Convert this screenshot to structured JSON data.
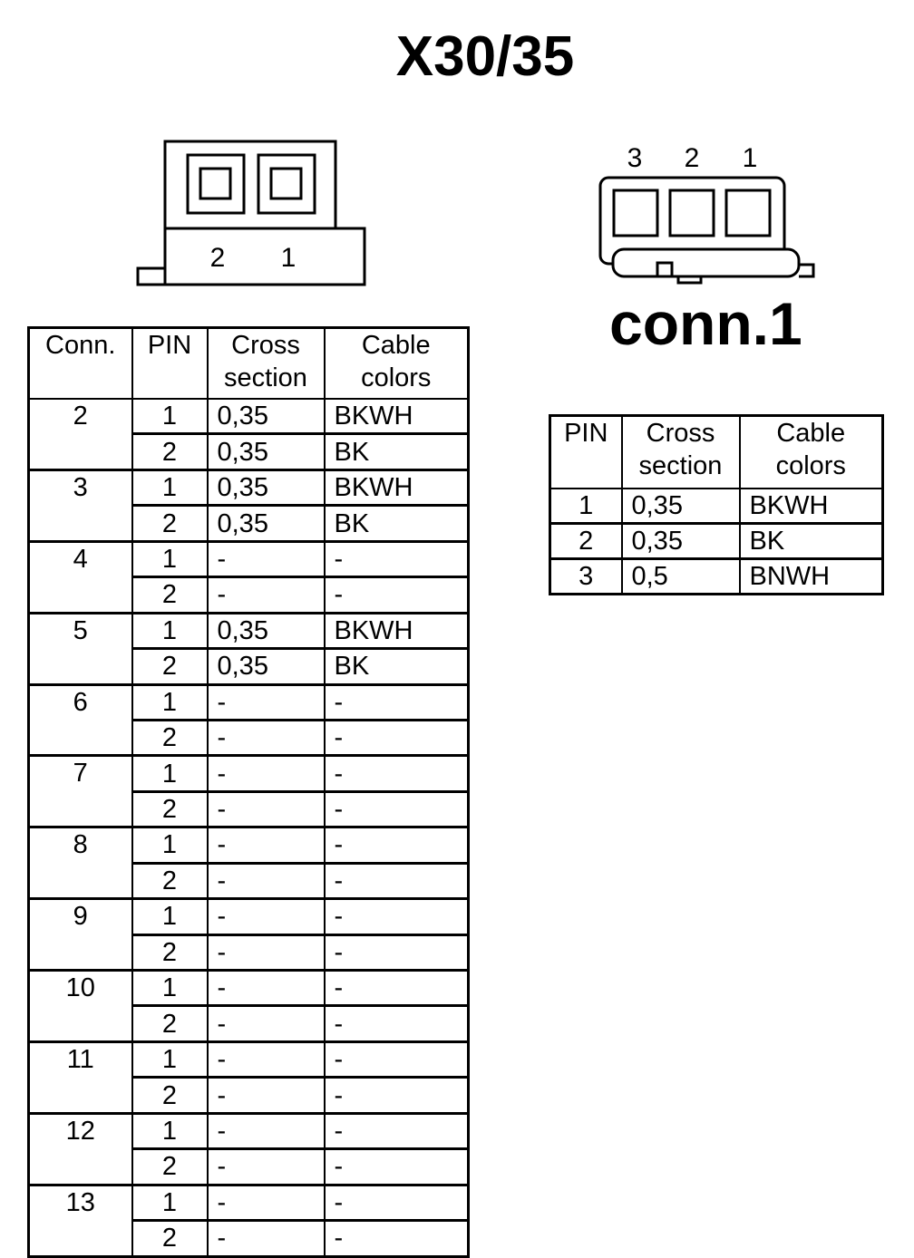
{
  "title": "X30/35",
  "left_connector": {
    "pin_labels": [
      "2",
      "1"
    ]
  },
  "right_connector": {
    "pin_labels": [
      "3",
      "2",
      "1"
    ],
    "title": "conn.1"
  },
  "main_table": {
    "headers": {
      "conn": "Conn.",
      "pin": "PIN",
      "cross_line1": "Cross",
      "cross_line2": "section",
      "cable_line1": "Cable",
      "cable_line2": "colors"
    },
    "groups": [
      {
        "conn": "2",
        "rows": [
          {
            "pin": "1",
            "cross": "0,35",
            "color": "BKWH"
          },
          {
            "pin": "2",
            "cross": "0,35",
            "color": "BK"
          }
        ]
      },
      {
        "conn": "3",
        "rows": [
          {
            "pin": "1",
            "cross": "0,35",
            "color": "BKWH"
          },
          {
            "pin": "2",
            "cross": "0,35",
            "color": "BK"
          }
        ]
      },
      {
        "conn": "4",
        "rows": [
          {
            "pin": "1",
            "cross": "-",
            "color": "-"
          },
          {
            "pin": "2",
            "cross": "-",
            "color": "-"
          }
        ]
      },
      {
        "conn": "5",
        "rows": [
          {
            "pin": "1",
            "cross": "0,35",
            "color": "BKWH"
          },
          {
            "pin": "2",
            "cross": "0,35",
            "color": "BK"
          }
        ]
      },
      {
        "conn": "6",
        "rows": [
          {
            "pin": "1",
            "cross": "-",
            "color": "-"
          },
          {
            "pin": "2",
            "cross": "-",
            "color": "-"
          }
        ]
      },
      {
        "conn": "7",
        "rows": [
          {
            "pin": "1",
            "cross": "-",
            "color": "-"
          },
          {
            "pin": "2",
            "cross": "-",
            "color": "-"
          }
        ]
      },
      {
        "conn": "8",
        "rows": [
          {
            "pin": "1",
            "cross": "-",
            "color": "-"
          },
          {
            "pin": "2",
            "cross": "-",
            "color": "-"
          }
        ]
      },
      {
        "conn": "9",
        "rows": [
          {
            "pin": "1",
            "cross": "-",
            "color": "-"
          },
          {
            "pin": "2",
            "cross": "-",
            "color": "-"
          }
        ]
      },
      {
        "conn": "10",
        "rows": [
          {
            "pin": "1",
            "cross": "-",
            "color": "-"
          },
          {
            "pin": "2",
            "cross": "-",
            "color": "-"
          }
        ]
      },
      {
        "conn": "11",
        "rows": [
          {
            "pin": "1",
            "cross": "-",
            "color": "-"
          },
          {
            "pin": "2",
            "cross": "-",
            "color": "-"
          }
        ]
      },
      {
        "conn": "12",
        "rows": [
          {
            "pin": "1",
            "cross": "-",
            "color": "-"
          },
          {
            "pin": "2",
            "cross": "-",
            "color": "-"
          }
        ]
      },
      {
        "conn": "13",
        "rows": [
          {
            "pin": "1",
            "cross": "-",
            "color": "-"
          },
          {
            "pin": "2",
            "cross": "-",
            "color": "-"
          }
        ]
      }
    ]
  },
  "conn1_table": {
    "headers": {
      "pin": "PIN",
      "cross_line1": "Cross",
      "cross_line2": "section",
      "cable_line1": "Cable",
      "cable_line2": "colors"
    },
    "rows": [
      {
        "pin": "1",
        "cross": "0,35",
        "color": "BKWH"
      },
      {
        "pin": "2",
        "cross": "0,35",
        "color": "BK"
      },
      {
        "pin": "3",
        "cross": "0,5",
        "color": "BNWH"
      }
    ]
  }
}
